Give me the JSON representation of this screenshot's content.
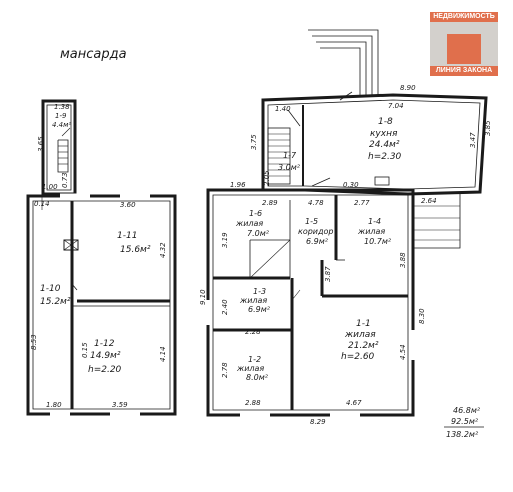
{
  "title": "мансарда",
  "watermark": {
    "top": "НЕДВИЖИМОСТЬ",
    "bottom": "ЛИНИЯ ЗАКОНА",
    "accent": "#e06f4c"
  },
  "attic": {
    "room_1_9": {
      "num": "1-9",
      "area": "4.4м²",
      "dim_top": "1.38",
      "dim_side": "3.65",
      "dim_low": "0.73",
      "dim_bottom": "1.00"
    },
    "room_1_11": {
      "num": "1-11",
      "area": "15.6м²",
      "dim_top": "3.60"
    },
    "room_1_10": {
      "num": "1-10",
      "area": "15.2м²"
    },
    "room_1_12": {
      "num": "1-12",
      "area": "14.9м²",
      "height": "h=2.20",
      "dim_side": "4.14"
    },
    "dims": {
      "left_014": "0.14",
      "right_432": "4.32",
      "left_853": "8.53",
      "mid_015": "0.15",
      "bottom_180": "1.80",
      "bottom_359": "3.59"
    }
  },
  "ground": {
    "room_1_8": {
      "num": "1-8",
      "name": "кухня",
      "area": "24.4м²",
      "height": "h=2.30"
    },
    "room_1_7": {
      "num": "1-7",
      "area": "3.0м²"
    },
    "room_1_6": {
      "num": "1-6",
      "name": "жилая",
      "area": "7.0м²"
    },
    "room_1_5": {
      "num": "1-5",
      "name": "коридор",
      "area": "6.9м²"
    },
    "room_1_4": {
      "num": "1-4",
      "name": "жилая",
      "area": "10.7м²"
    },
    "room_1_3": {
      "num": "1-3",
      "name": "жилая",
      "area": "6.9м²"
    },
    "room_1_2": {
      "num": "1-2",
      "name": "жилая",
      "area": "8.0м²"
    },
    "room_1_1": {
      "num": "1-1",
      "name": "жилая",
      "area": "21.2м²",
      "height": "h=2.60"
    },
    "dims": {
      "d890": "8.90",
      "d704": "7.04",
      "d140": "1.40",
      "d375": "3.75",
      "d385": "3.85",
      "d347": "3.47",
      "d205": "2.05",
      "d196": "1.96",
      "d289": "2.89",
      "d030": "0.30",
      "d478": "4.78",
      "d277": "2.77",
      "d264": "2.64",
      "d319": "3.19",
      "d388": "3.88",
      "d387": "3.87",
      "d910": "9.10",
      "d240": "2.40",
      "d830": "8.30",
      "d454": "4.54",
      "d288a": "2.28",
      "d278": "2.78",
      "d288b": "2.88",
      "d467": "4.67",
      "d829": "8.29"
    }
  },
  "totals": {
    "t1": "46.8м²",
    "t2": "92.5м²",
    "t3": "138.2м²"
  }
}
